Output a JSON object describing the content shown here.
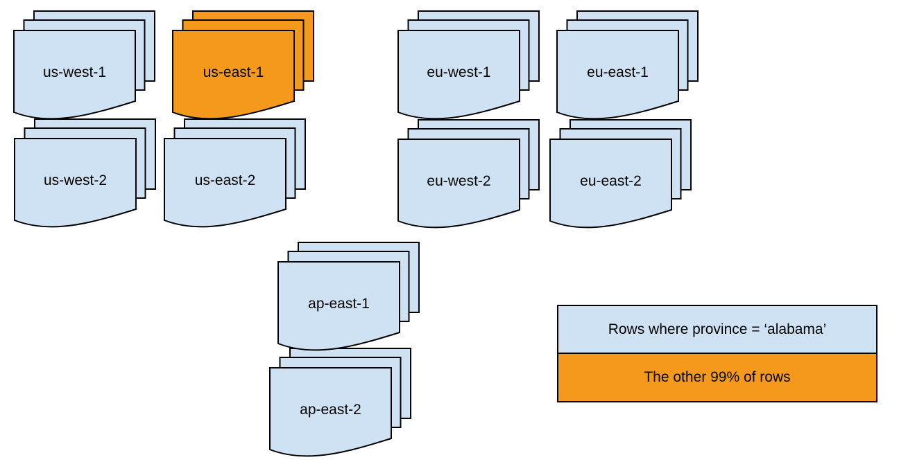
{
  "colors": {
    "region_fill": "#cfe2f3",
    "highlight_fill": "#f5991d",
    "outline": "#000000"
  },
  "stacks": [
    {
      "label": "us-west-1",
      "highlight": false
    },
    {
      "label": "us-east-1",
      "highlight": true
    },
    {
      "label": "eu-west-1",
      "highlight": false
    },
    {
      "label": "eu-east-1",
      "highlight": false
    },
    {
      "label": "us-west-2",
      "highlight": false
    },
    {
      "label": "us-east-2",
      "highlight": false
    },
    {
      "label": "eu-west-2",
      "highlight": false
    },
    {
      "label": "eu-east-2",
      "highlight": false
    },
    {
      "label": "ap-east-1",
      "highlight": false
    },
    {
      "label": "ap-east-2",
      "highlight": false
    }
  ],
  "legend": {
    "items": [
      {
        "label": "Rows where province = ‘alabama’",
        "color": "#cfe2f3"
      },
      {
        "label": "The other 99% of rows",
        "color": "#f5991d"
      }
    ]
  }
}
